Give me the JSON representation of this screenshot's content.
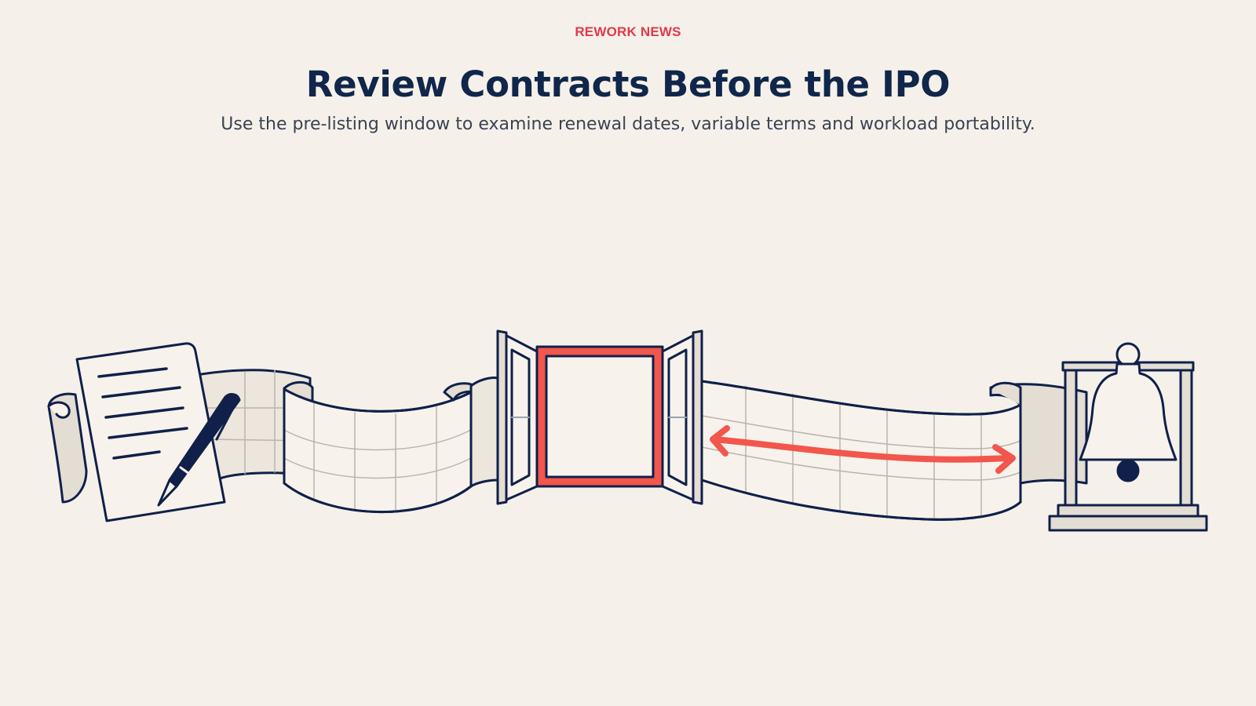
{
  "header": {
    "kicker": "REWORK NEWS",
    "title": "Review Contracts Before the IPO",
    "subtitle": "Use the pre-listing window to examine renewal dates, variable terms and workload portability."
  },
  "illustration": {
    "icons": [
      "contract-document-icon",
      "pen-icon",
      "scroll-ribbon-icon",
      "open-window-icon",
      "double-arrow-icon",
      "bell-icon"
    ],
    "colors": {
      "ink": "#10204a",
      "accent": "#f2564c",
      "paper": "#f7f3ec",
      "shade": "#e4ddd3",
      "grid": "#b9b5ad"
    }
  }
}
